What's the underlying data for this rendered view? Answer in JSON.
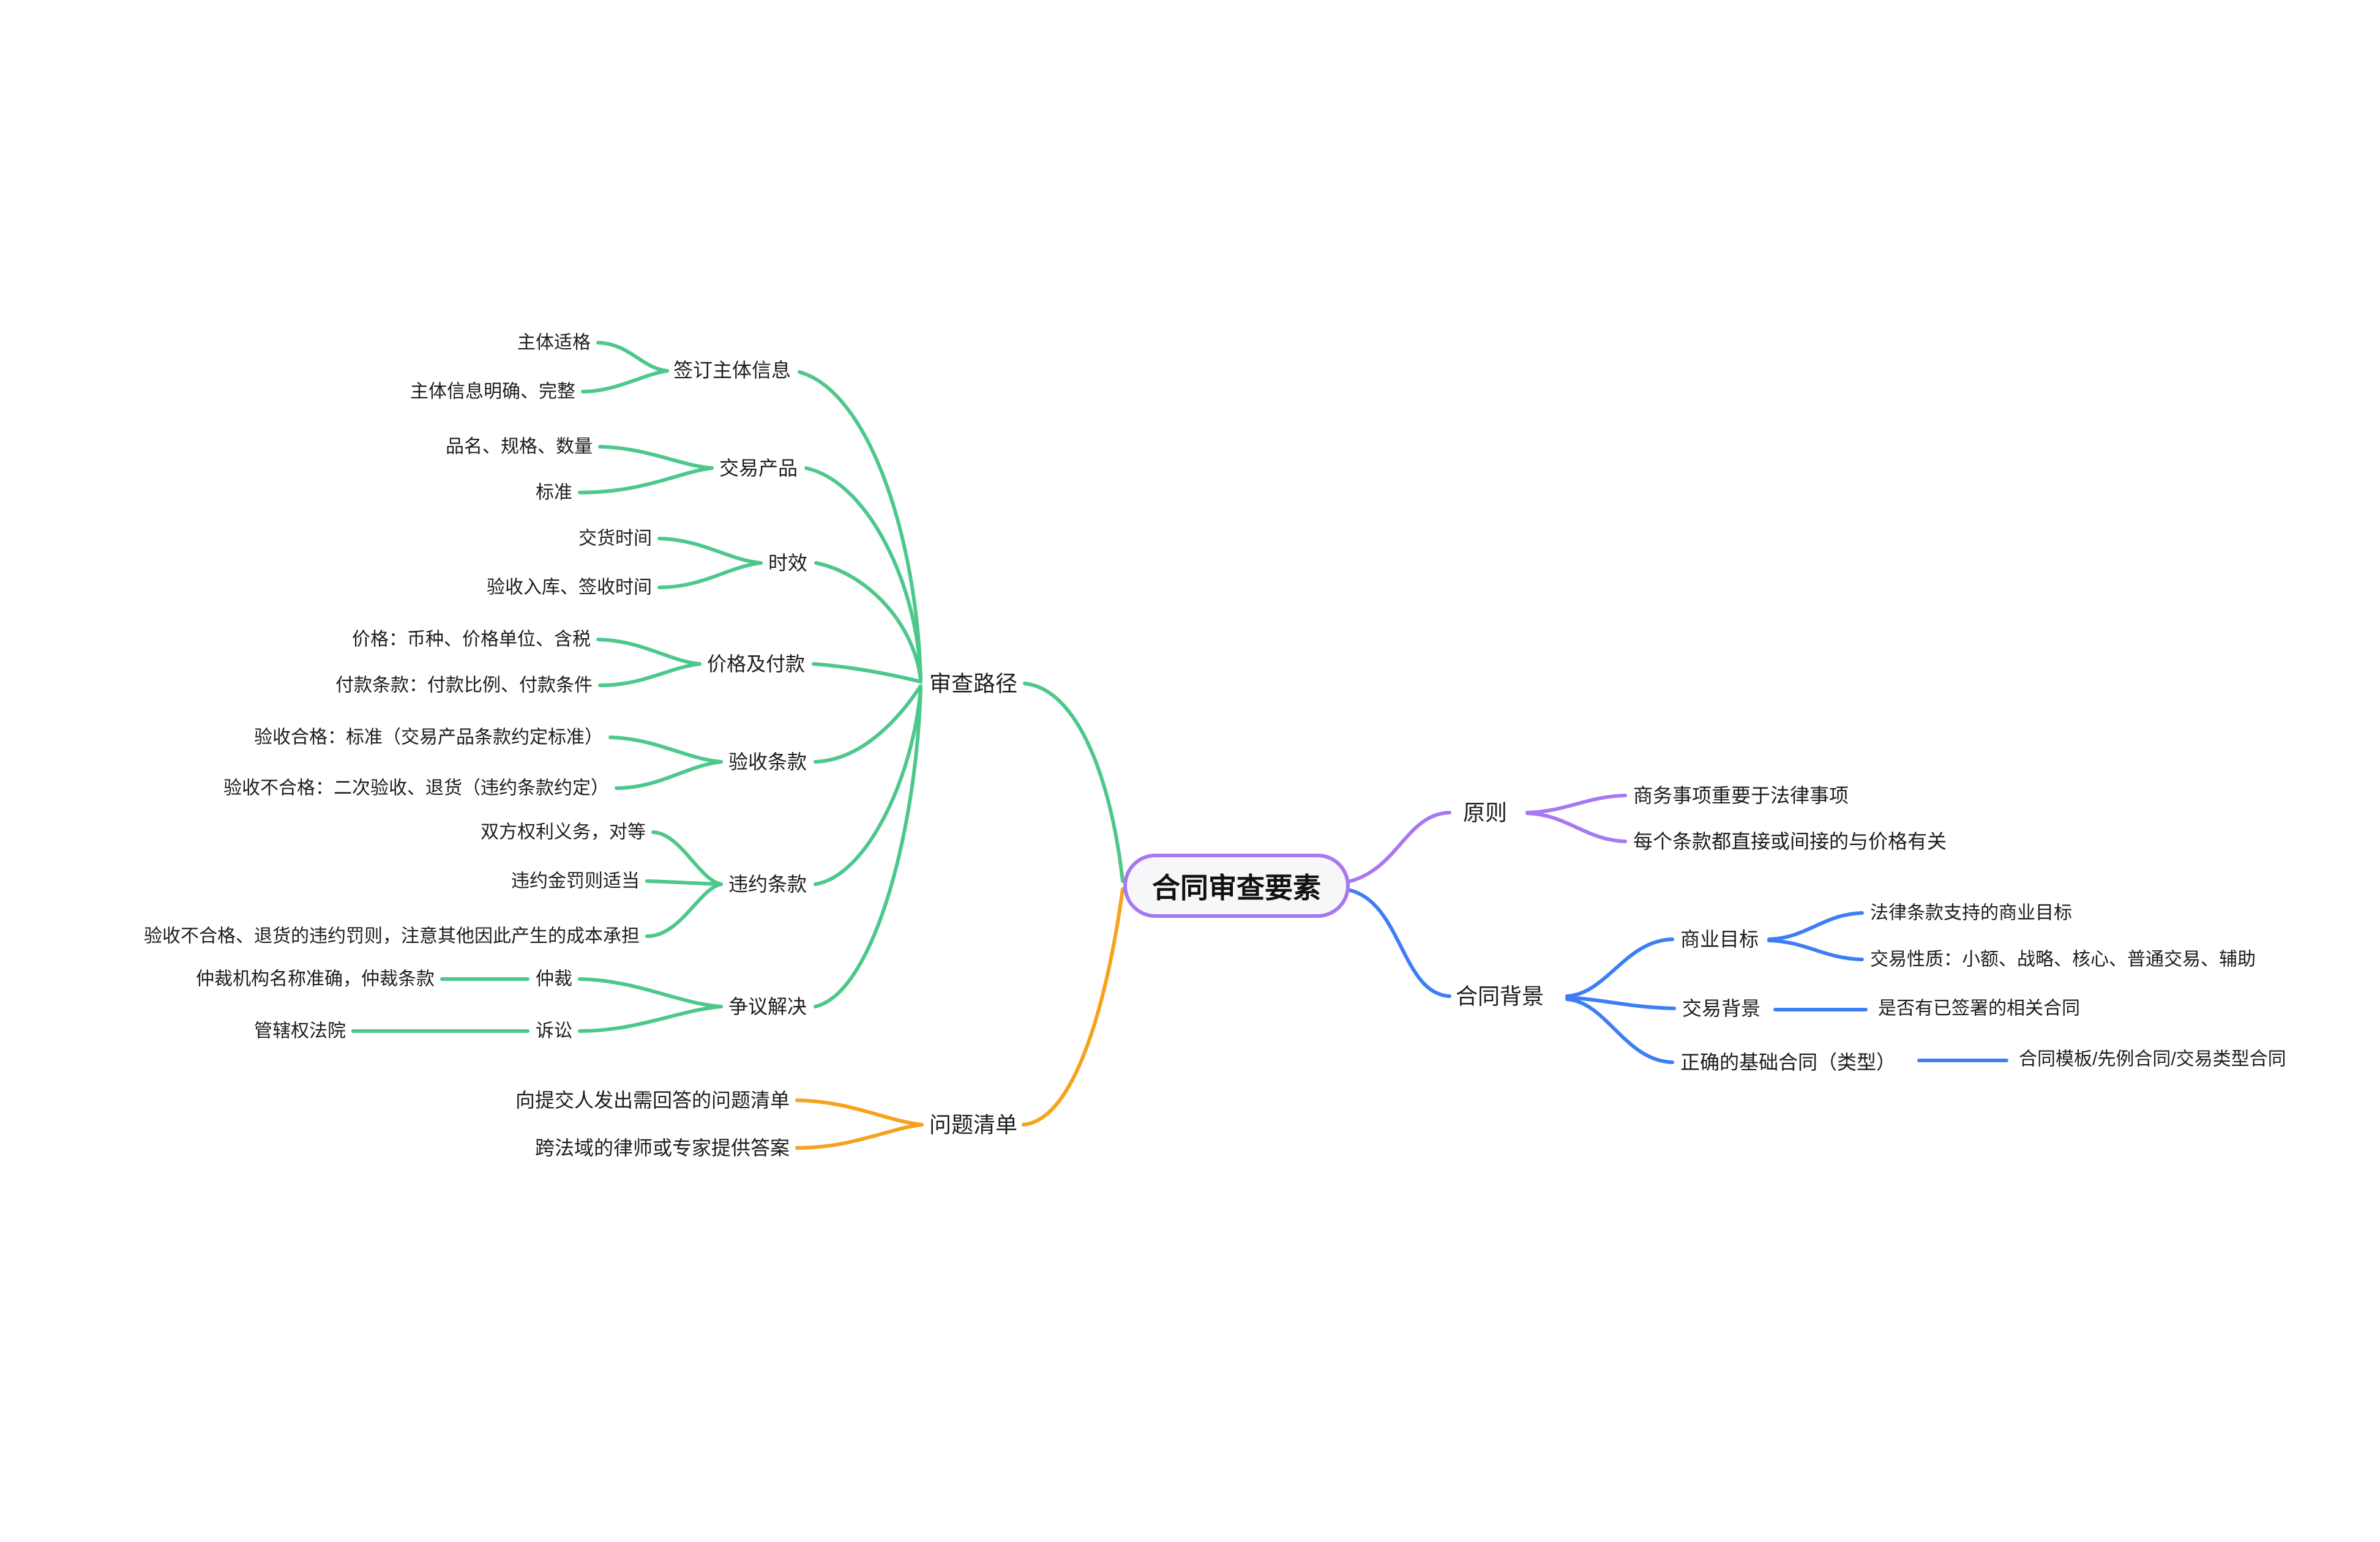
{
  "mindmap": {
    "root": {
      "label": "合同审查要素"
    },
    "colors": {
      "review_path": "#4dc88c",
      "question_list": "#f6a21d",
      "principles": "#a878f2",
      "contract_background": "#3e7ef5",
      "central_fill": "#f7f7fa",
      "central_border": "#a878f2",
      "text": "#1d1d1f"
    },
    "branches": [
      {
        "label": "审查路径",
        "children": [
          {
            "label": "签订主体信息",
            "children": [
              {
                "label": "主体适格"
              },
              {
                "label": "主体信息明确、完整"
              }
            ]
          },
          {
            "label": "交易产品",
            "children": [
              {
                "label": "品名、规格、数量"
              },
              {
                "label": "标准"
              }
            ]
          },
          {
            "label": "时效",
            "children": [
              {
                "label": "交货时间"
              },
              {
                "label": "验收入库、签收时间"
              }
            ]
          },
          {
            "label": "价格及付款",
            "children": [
              {
                "label": "价格：币种、价格单位、含税"
              },
              {
                "label": "付款条款：付款比例、付款条件"
              }
            ]
          },
          {
            "label": "验收条款",
            "children": [
              {
                "label": "验收合格：标准（交易产品条款约定标准）"
              },
              {
                "label": "验收不合格：二次验收、退货（违约条款约定）"
              }
            ]
          },
          {
            "label": "违约条款",
            "children": [
              {
                "label": "双方权利义务，对等"
              },
              {
                "label": "违约金罚则适当"
              },
              {
                "label": "验收不合格、退货的违约罚则，注意其他因此产生的成本承担"
              }
            ]
          },
          {
            "label": "争议解决",
            "children": [
              {
                "label": "仲裁",
                "children": [
                  {
                    "label": "仲裁机构名称准确，仲裁条款"
                  }
                ]
              },
              {
                "label": "诉讼",
                "children": [
                  {
                    "label": "管辖权法院"
                  }
                ]
              }
            ]
          }
        ]
      },
      {
        "label": "问题清单",
        "children": [
          {
            "label": "向提交人发出需回答的问题清单"
          },
          {
            "label": "跨法域的律师或专家提供答案"
          }
        ]
      },
      {
        "label": "原则",
        "children": [
          {
            "label": "商务事项重要于法律事项"
          },
          {
            "label": "每个条款都直接或间接的与价格有关"
          }
        ]
      },
      {
        "label": "合同背景",
        "children": [
          {
            "label": "商业目标",
            "children": [
              {
                "label": "法律条款支持的商业目标"
              },
              {
                "label": "交易性质：小额、战略、核心、普通交易、辅助"
              }
            ]
          },
          {
            "label": "交易背景",
            "children": [
              {
                "label": "是否有已签署的相关合同"
              }
            ]
          },
          {
            "label": "正确的基础合同（类型）",
            "children": [
              {
                "label": "合同模板/先例合同/交易类型合同"
              }
            ]
          }
        ]
      }
    ]
  }
}
